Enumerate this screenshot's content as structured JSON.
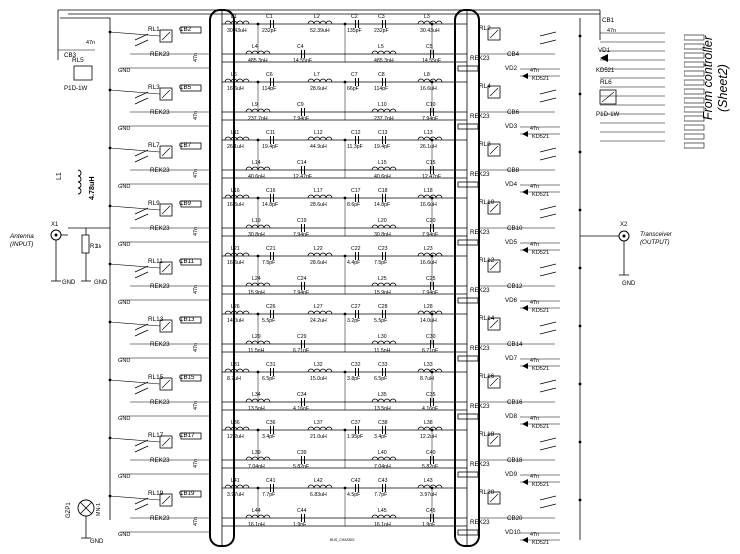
{
  "annotations": {
    "from_controller": "From controller",
    "sheet": "(Sheet2)",
    "gnd": "GND"
  },
  "antenna": {
    "ref": "X1",
    "line1": "Antenna",
    "line2": "(INPUT)"
  },
  "transceiver": {
    "ref": "X2",
    "line1": "Transceiver",
    "line2": "(OUTPUT)"
  },
  "input_parts": {
    "rl5": "RL5",
    "rl5_type": "P1D-1W",
    "cb3": "CB3",
    "cb3_val": "47n",
    "l1_ref": "L1",
    "l1_val": "4.78uH",
    "r1": "R1",
    "r1_val": "1k",
    "gzp": "GZP1",
    "gzp_val": "MN-1"
  },
  "output_parts": {
    "cb1": "CB1",
    "cb1_val": "47n",
    "vd1": "VD1",
    "vd1_type": "KD521",
    "rl6": "RL6",
    "rl6_type": "P1D-1W"
  },
  "left_relays": [
    {
      "rl": "RL1",
      "cb": "CB2",
      "type": "REK23",
      "cap": "47n"
    },
    {
      "rl": "RL3",
      "cb": "CB5",
      "type": "REK23",
      "cap": "47n"
    },
    {
      "rl": "RL7",
      "cb": "CB7",
      "type": "REK23",
      "cap": "47n"
    },
    {
      "rl": "RL9",
      "cb": "CB9",
      "type": "REK23",
      "cap": "47n"
    },
    {
      "rl": "RL11",
      "cb": "CB11",
      "type": "REK23",
      "cap": "47n"
    },
    {
      "rl": "RL13",
      "cb": "CB13",
      "type": "REK23",
      "cap": "47n"
    },
    {
      "rl": "RL15",
      "cb": "CB15",
      "type": "REK23",
      "cap": "47n"
    },
    {
      "rl": "RL17",
      "cb": "CB17",
      "type": "REK23",
      "cap": "47n"
    },
    {
      "rl": "RL19",
      "cb": "CB19",
      "type": "REK23",
      "cap": "47n"
    }
  ],
  "right_relays": [
    {
      "rl": "RL2",
      "cb": "CB4",
      "vd": "VD2",
      "type": "REK23",
      "cap": "47n",
      "diode": "KD521"
    },
    {
      "rl": "RL4",
      "cb": "CB6",
      "vd": "VD3",
      "type": "REK23",
      "cap": "47n",
      "diode": "KD521"
    },
    {
      "rl": "RL8",
      "cb": "CB8",
      "vd": "VD4",
      "type": "REK23",
      "cap": "47n",
      "diode": "KD521"
    },
    {
      "rl": "RL10",
      "cb": "CB10",
      "vd": "VD5",
      "type": "REK23",
      "cap": "47n",
      "diode": "KD521"
    },
    {
      "rl": "RL12",
      "cb": "CB12",
      "vd": "VD6",
      "type": "REK23",
      "cap": "47n",
      "diode": "KD521"
    },
    {
      "rl": "RL14",
      "cb": "CB14",
      "vd": "VD7",
      "type": "REK23",
      "cap": "47n",
      "diode": "KD521"
    },
    {
      "rl": "RL16",
      "cb": "CB16",
      "vd": "VD8",
      "type": "REK23",
      "cap": "47n",
      "diode": "KD521"
    },
    {
      "rl": "RL18",
      "cb": "CB18",
      "vd": "VD9",
      "type": "REK23",
      "cap": "47n",
      "diode": "KD521"
    },
    {
      "rl": "RL20",
      "cb": "CB20",
      "vd": "VD10",
      "type": "REK23",
      "cap": "47n",
      "diode": "KD521"
    }
  ],
  "filters": [
    {
      "top": [
        [
          "L1",
          "30.43uH"
        ],
        [
          "C1",
          "232pF"
        ],
        [
          "L2",
          "52.39uH"
        ],
        [
          "C2",
          "135pF"
        ],
        [
          "C3",
          "232pF"
        ],
        [
          "L3",
          "30.43uH"
        ]
      ],
      "mid": [
        [
          "L4",
          "485.3nH"
        ],
        [
          "C4",
          "14.55nF"
        ],
        [
          "L5",
          "485.3nH"
        ],
        [
          "C5",
          "14.55nF"
        ]
      ]
    },
    {
      "top": [
        [
          "L6",
          "16.6uH"
        ],
        [
          "C6",
          "114pF"
        ],
        [
          "L7",
          "28.6uH"
        ],
        [
          "C7",
          "66pF"
        ],
        [
          "C8",
          "114pF"
        ],
        [
          "L8",
          "16.6uH"
        ]
      ],
      "mid": [
        [
          "L9",
          "237.7nH"
        ],
        [
          "C9",
          "7.94nF"
        ],
        [
          "L10",
          "237.7nH"
        ],
        [
          "C10",
          "7.94nF"
        ]
      ]
    },
    {
      "top": [
        [
          "L11",
          "26.1uH"
        ],
        [
          "C11",
          "19.4pF"
        ],
        [
          "L12",
          "44.9uH"
        ],
        [
          "C12",
          "11.3pF"
        ],
        [
          "C13",
          "19.4pF"
        ],
        [
          "L13",
          "26.1uH"
        ]
      ],
      "mid": [
        [
          "L14",
          "40.6nH"
        ],
        [
          "C14",
          "12.47nF"
        ],
        [
          "L15",
          "40.6nH"
        ],
        [
          "C15",
          "12.47nF"
        ]
      ]
    },
    {
      "top": [
        [
          "L16",
          "16.6uH"
        ],
        [
          "C16",
          "14.8pF"
        ],
        [
          "L17",
          "28.6uH"
        ],
        [
          "C17",
          "8.6pF"
        ],
        [
          "C18",
          "14.8pF"
        ],
        [
          "L18",
          "16.6uH"
        ]
      ],
      "mid": [
        [
          "L19",
          "30.8nH"
        ],
        [
          "C19",
          "7.94nF"
        ],
        [
          "L20",
          "30.8nH"
        ],
        [
          "C20",
          "7.94nF"
        ]
      ]
    },
    {
      "top": [
        [
          "L21",
          "16.6uH"
        ],
        [
          "C21",
          "7.5pF"
        ],
        [
          "L22",
          "28.6uH"
        ],
        [
          "C22",
          "4.4pF"
        ],
        [
          "C23",
          "7.5pF"
        ],
        [
          "L23",
          "16.6uH"
        ]
      ],
      "mid": [
        [
          "L24",
          "15.9nH"
        ],
        [
          "C24",
          "7.94nF"
        ],
        [
          "L25",
          "15.9nH"
        ],
        [
          "C25",
          "7.94nF"
        ]
      ]
    },
    {
      "top": [
        [
          "L26",
          "14.0uH"
        ],
        [
          "C26",
          "5.5pF"
        ],
        [
          "L27",
          "24.2uH"
        ],
        [
          "C27",
          "3.2pF"
        ],
        [
          "C28",
          "5.5pF"
        ],
        [
          "L28",
          "14.0uH"
        ]
      ],
      "mid": [
        [
          "L29",
          "11.5nH"
        ],
        [
          "C29",
          "6.71nF"
        ],
        [
          "L30",
          "11.5nH"
        ],
        [
          "C30",
          "6.71nF"
        ]
      ]
    },
    {
      "top": [
        [
          "L31",
          "8.7uH"
        ],
        [
          "C31",
          "6.5pF"
        ],
        [
          "L32",
          "15.0uH"
        ],
        [
          "C32",
          "3.8pF"
        ],
        [
          "C33",
          "6.5pF"
        ],
        [
          "L33",
          "8.7uH"
        ]
      ],
      "mid": [
        [
          "L34",
          "13.5nH"
        ],
        [
          "C34",
          "4.16nF"
        ],
        [
          "L35",
          "13.5nH"
        ],
        [
          "C35",
          "4.16nF"
        ]
      ]
    },
    {
      "top": [
        [
          "L36",
          "12.2uH"
        ],
        [
          "C36",
          "3.4pF"
        ],
        [
          "L37",
          "21.0uH"
        ],
        [
          "C37",
          "1.95pF"
        ],
        [
          "C38",
          "3.4pF"
        ],
        [
          "L38",
          "12.2uH"
        ]
      ],
      "mid": [
        [
          "L39",
          "7.04nH"
        ],
        [
          "C39",
          "5.82nF"
        ],
        [
          "L40",
          "7.04nH"
        ],
        [
          "C40",
          "5.82nF"
        ]
      ]
    },
    {
      "top": [
        [
          "L41",
          "3.97uH"
        ],
        [
          "C41",
          "7.7pF"
        ],
        [
          "L42",
          "6.83uH"
        ],
        [
          "C42",
          "4.5pF"
        ],
        [
          "C43",
          "7.7pF"
        ],
        [
          "L43",
          "3.97uH"
        ]
      ],
      "mid": [
        [
          "L44",
          "16.1nH"
        ],
        [
          "C44",
          "1.9nF"
        ],
        [
          "L45",
          "16.1nH"
        ],
        [
          "C45",
          "1.9nF"
        ]
      ]
    }
  ]
}
